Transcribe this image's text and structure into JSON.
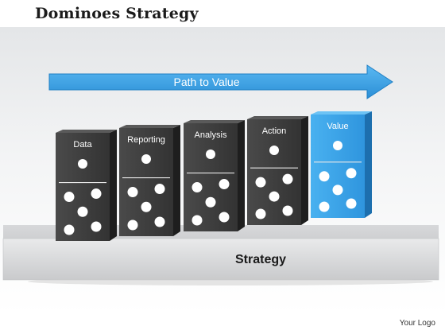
{
  "title": "Dominoes Strategy",
  "arrow": {
    "label": "Path to Value",
    "color": "#3a9fe0"
  },
  "platform": {
    "label": "Strategy"
  },
  "dominoes": [
    {
      "label": "Data",
      "top_pips": 1,
      "bottom_pips": 5,
      "color": "dark"
    },
    {
      "label": "Reporting",
      "top_pips": 1,
      "bottom_pips": 5,
      "color": "dark"
    },
    {
      "label": "Analysis",
      "top_pips": 1,
      "bottom_pips": 5,
      "color": "dark"
    },
    {
      "label": "Action",
      "top_pips": 1,
      "bottom_pips": 5,
      "color": "dark"
    },
    {
      "label": "Value",
      "top_pips": 1,
      "bottom_pips": 5,
      "color": "blue"
    }
  ],
  "colors": {
    "dark_face": "#3f3f3f",
    "dark_side": "#1e1e1e",
    "blue_face": "#3aa4ea",
    "blue_side": "#1d6fae"
  },
  "logo": "Your Logo"
}
